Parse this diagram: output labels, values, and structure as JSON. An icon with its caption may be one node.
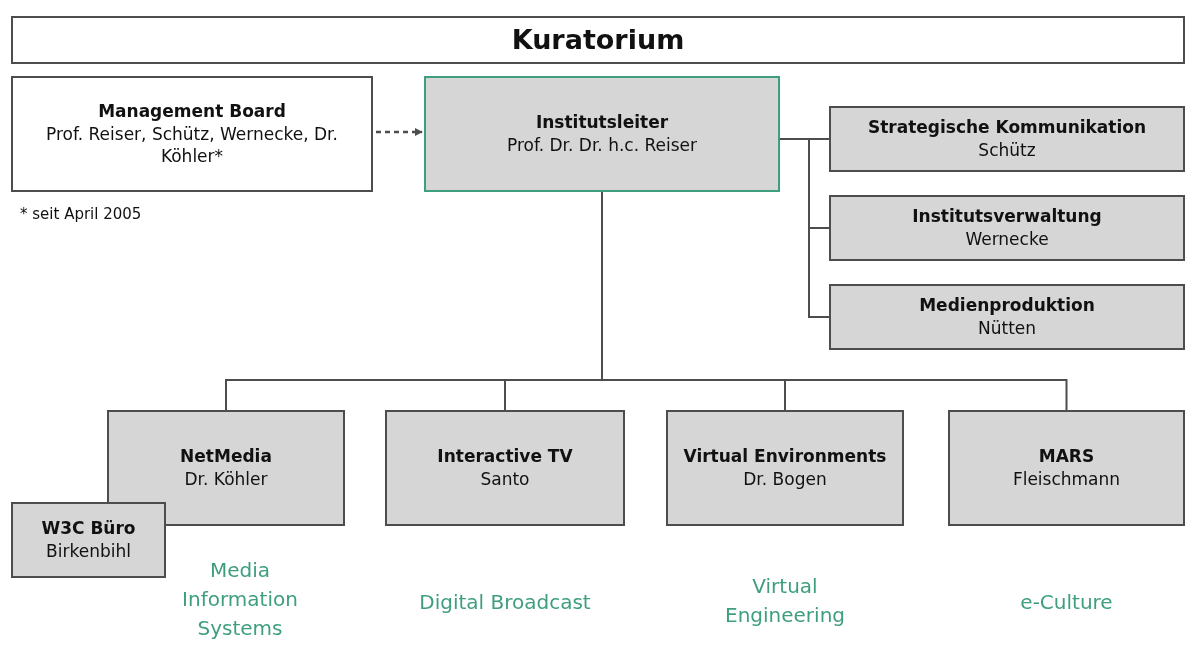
{
  "diagram": {
    "nodes": [
      {
        "text": [
          "Kuratorium"
        ]
      },
      {
        "text": [
          "Management Board",
          "Prof. Reiser, Schütz, Wernecke, Dr. Köhler*"
        ]
      },
      {
        "text": [
          "Institutsleiter",
          "Prof. Dr. Dr. h.c. Reiser"
        ]
      },
      {
        "text": [
          "Strategische Kommunikation",
          "Schütz"
        ]
      },
      {
        "text": [
          "Institutsverwaltung",
          "Wernecke"
        ]
      },
      {
        "text": [
          "Medienproduktion",
          "Nütten"
        ]
      },
      {
        "text": [
          "NetMedia",
          "Dr. Köhler"
        ]
      },
      {
        "text": [
          "W3C Büro",
          "Birkenbihl"
        ]
      },
      {
        "text": [
          "Interactive TV",
          "Santo"
        ],
        "beside": [
          "Digital Broadcast"
        ]
      },
      {
        "text": [
          "Virtual Environments",
          "Dr. Bogen"
        ],
        "beside": [
          "Virtual Engineering"
        ]
      },
      {
        "text": [
          "MARS",
          "Fleischmann"
        ],
        "beside": [
          "e-Culture"
        ]
      }
    ],
    "edges": [
      {
        "from": 1,
        "to": 2,
        "arrow": "to",
        "style": "dashed"
      },
      {
        "from": 2,
        "to": 3,
        "arrow": "none"
      },
      {
        "from": 2,
        "to": 4,
        "arrow": "none"
      },
      {
        "from": 2,
        "to": 5,
        "arrow": "none"
      },
      {
        "from": 2,
        "to": 6,
        "arrow": "none"
      },
      {
        "from": 2,
        "to": 8,
        "arrow": "none"
      },
      {
        "from": 2,
        "to": 9,
        "arrow": "none"
      },
      {
        "from": 2,
        "to": 10,
        "arrow": "none"
      }
    ],
    "labels": [
      "* seit April 2005",
      "Media Information Systems"
    ]
  }
}
